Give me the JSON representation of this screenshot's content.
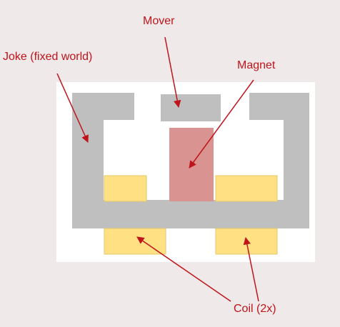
{
  "colors": {
    "background": "#efe9e9",
    "panel": "#ffffff",
    "yoke": "#bfbfbf",
    "magnet": "#d99391",
    "coil": "#ffe083",
    "coil_stroke": "#e3c96b",
    "label_text": "#c0141b",
    "arrow": "#c0141b"
  },
  "labels": {
    "mover": "Mover",
    "joke": "Joke (fixed world)",
    "magnet": "Magnet",
    "coil": "Coil (2x)"
  }
}
